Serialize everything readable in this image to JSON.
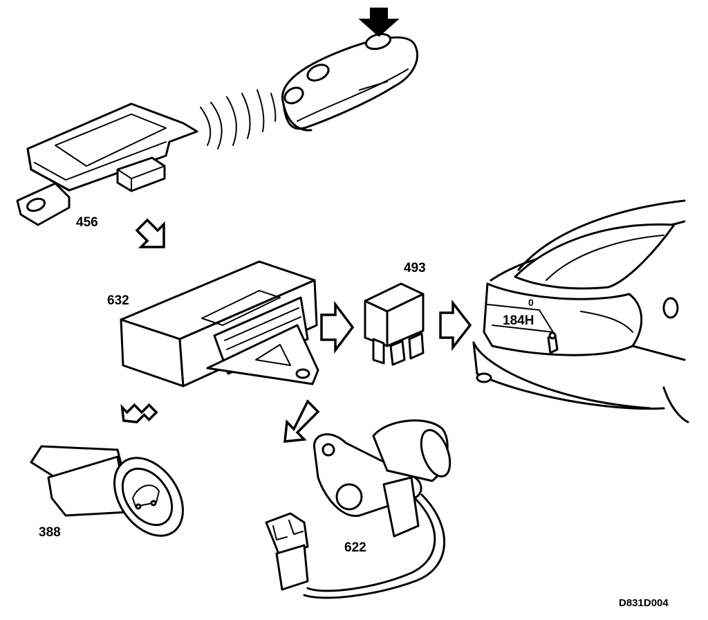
{
  "labels": {
    "remote_receiver": "456",
    "control_module": "632",
    "relay": "493",
    "boot_lid_lock": "184H",
    "boot_switch": "388",
    "lock_sensor": "622",
    "drawing_ref": "D831D004"
  }
}
